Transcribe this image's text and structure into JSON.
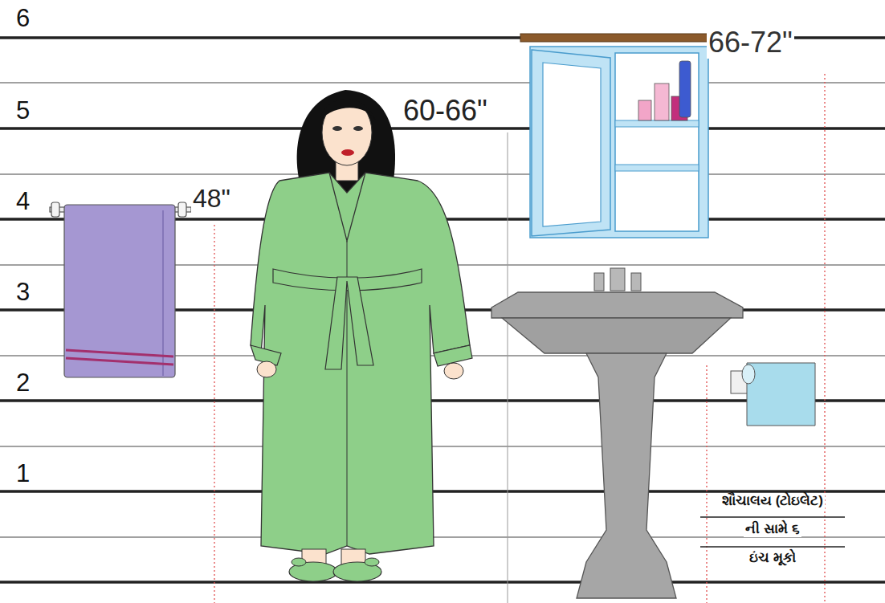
{
  "diagram": {
    "labels": [
      "6",
      "66-72\"",
      "5",
      "60-66\"",
      "4",
      "48\"",
      "3",
      "2",
      "1",
      "શૌચાલય (ટોઇલેટ)",
      "ની સામે ૬",
      "ઇંચ મૂકો"
    ]
  }
}
